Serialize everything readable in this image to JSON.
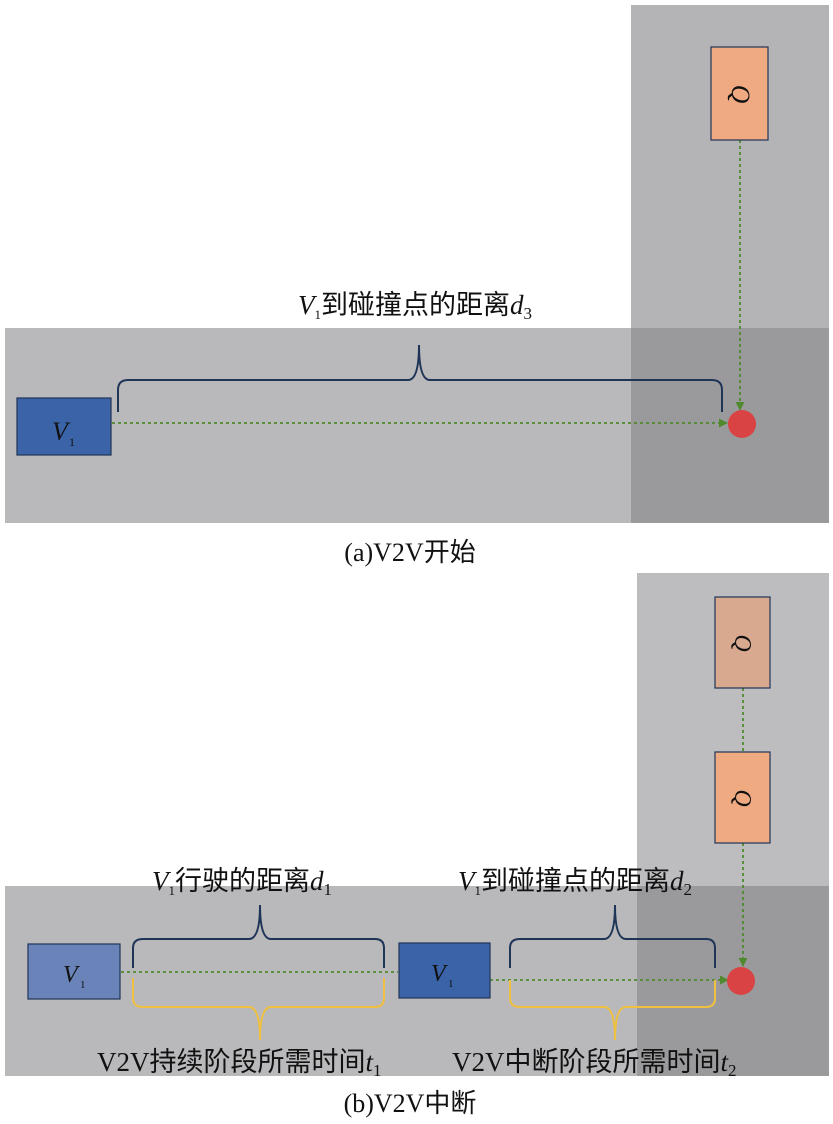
{
  "colors": {
    "road_light": "#BDBCBE",
    "road_mid": "#B4B3B5",
    "intersection": "#9A999B",
    "blue_vehicle": "#3A63A8",
    "blue_vehicle_faded": "#6A84BA",
    "orange_vehicle": "#EFAA81",
    "orange_vehicle_faded": "#D9A98F",
    "collision_point": "#E03A3A",
    "trajectory": "#4F8B2E",
    "brace_navy": "#1F3557",
    "brace_gold": "#F0C040",
    "label_white": "#FFFFFF"
  },
  "panel_a": {
    "caption": "(a)V2V开始",
    "vehicle_v1": {
      "letter": "V",
      "subscript": "1"
    },
    "vehicle_q": {
      "letter": "Q"
    },
    "distance_label": {
      "prefix": "V",
      "prefix_sub": "1",
      "text": "到碰撞点的距离",
      "var": "d",
      "var_sub": "3"
    }
  },
  "panel_b": {
    "caption": "(b)V2V中断",
    "vehicle_v1_start": {
      "letter": "V",
      "subscript": "1"
    },
    "vehicle_v1_mid": {
      "letter": "V",
      "subscript": "1"
    },
    "vehicle_q_start": {
      "letter": "Q"
    },
    "vehicle_q_mid": {
      "letter": "Q"
    },
    "distance_traveled": {
      "prefix": "V",
      "prefix_sub": "1",
      "text": "行驶的距离",
      "var": "d",
      "var_sub": "1"
    },
    "distance_to_collision": {
      "prefix": "V",
      "prefix_sub": "1",
      "text": "到碰撞点的距离",
      "var": "d",
      "var_sub": "2"
    },
    "time_sustained": {
      "text": "V2V持续阶段所需时间",
      "var": "t",
      "var_sub": "1"
    },
    "time_interrupted": {
      "text": "V2V中断阶段所需时间",
      "var": "t",
      "var_sub": "2"
    }
  }
}
